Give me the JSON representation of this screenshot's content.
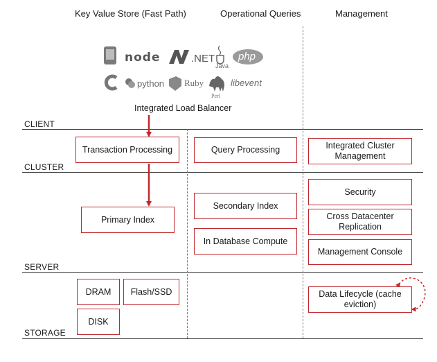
{
  "columns": {
    "kv": "Key Value Store (Fast Path)",
    "ops": "Operational Queries",
    "mgmt": "Management"
  },
  "client_logos": {
    "node": "node",
    "dotnet": ".NET",
    "java": "Java",
    "php": "php",
    "c": "C",
    "python": "python",
    "ruby": "Ruby",
    "perl": "Perl",
    "libevent": "libevent"
  },
  "load_balancer": "Integrated Load Balancer",
  "layers": {
    "client": "CLIENT",
    "cluster": "CLUSTER",
    "server": "SERVER",
    "storage": "STORAGE"
  },
  "boxes": {
    "transaction_processing": "Transaction Processing",
    "query_processing": "Query Processing",
    "integrated_cluster_management": "Integrated Cluster Management",
    "primary_index": "Primary Index",
    "secondary_index": "Secondary Index",
    "in_database_compute": "In Database Compute",
    "security": "Security",
    "cross_datacenter_replication": "Cross Datacenter Replication",
    "management_console": "Management Console",
    "dram": "DRAM",
    "flash_ssd": "Flash/SSD",
    "disk": "DISK",
    "data_lifecycle": "Data Lifecycle (cache eviction)"
  },
  "colors": {
    "accent": "#c0282d",
    "line": "#333333",
    "logo_gray": "#6b6b6b"
  }
}
